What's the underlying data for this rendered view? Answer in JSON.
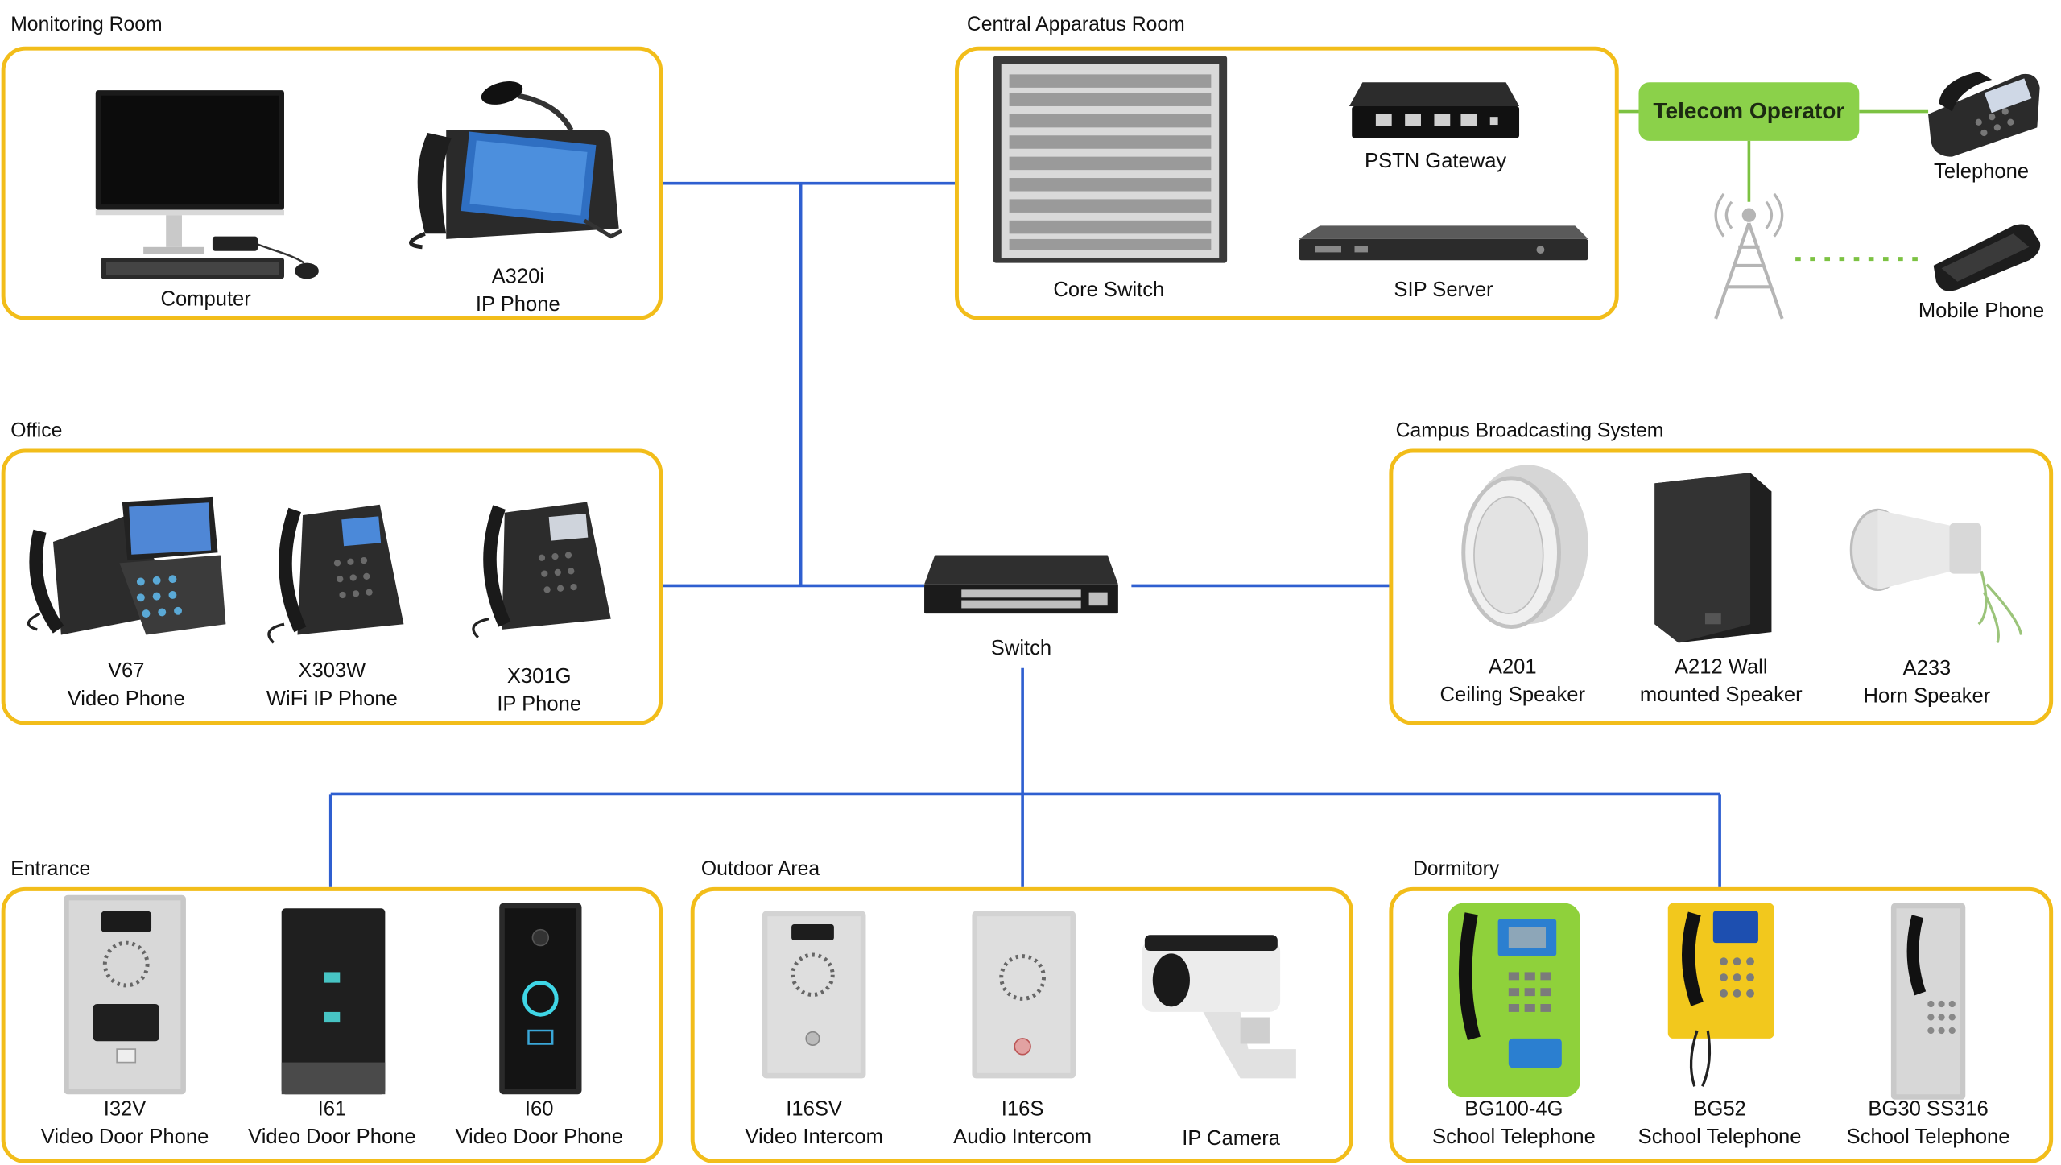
{
  "colors": {
    "zone_border": "#f2bd1a",
    "network_line": "#2f5fd0",
    "telecom_line": "#7cc242",
    "operator_fill": "#8bd14a"
  },
  "zones": {
    "monitoring": {
      "title": "Monitoring Room"
    },
    "central": {
      "title": "Central Apparatus Room"
    },
    "office": {
      "title": "Office"
    },
    "campus": {
      "title": "Campus Broadcasting System"
    },
    "entrance": {
      "title": "Entrance"
    },
    "outdoor": {
      "title": "Outdoor Area"
    },
    "dormitory": {
      "title": "Dormitory"
    }
  },
  "devices": {
    "computer": {
      "line1": "Computer",
      "icon": "desktop-computer-icon"
    },
    "a320i": {
      "line1": "A320i",
      "line2": "IP Phone",
      "icon": "ip-phone-icon"
    },
    "core_switch": {
      "line1": "Core Switch",
      "icon": "rack-switch-icon"
    },
    "pstn": {
      "line1": "PSTN Gateway",
      "icon": "gateway-icon"
    },
    "sip": {
      "line1": "SIP Server",
      "icon": "server-icon"
    },
    "operator": {
      "line1": "Telecom Operator"
    },
    "telephone": {
      "line1": "Telephone",
      "icon": "telephone-icon"
    },
    "mobile": {
      "line1": "Mobile Phone",
      "icon": "mobile-phone-icon"
    },
    "v67": {
      "line1": "V67",
      "line2": "Video Phone",
      "icon": "video-phone-icon"
    },
    "x303w": {
      "line1": "X303W",
      "line2": "WiFi IP Phone",
      "icon": "ip-phone-icon"
    },
    "x301g": {
      "line1": "X301G",
      "line2": "IP Phone",
      "icon": "ip-phone-icon"
    },
    "switch": {
      "line1": "Switch",
      "icon": "network-switch-icon"
    },
    "a201": {
      "line1": "A201",
      "line2": "Ceiling Speaker",
      "icon": "ceiling-speaker-icon"
    },
    "a212": {
      "line1": "A212 Wall",
      "line2": "mounted Speaker",
      "icon": "wall-speaker-icon"
    },
    "a233": {
      "line1": "A233",
      "line2": "Horn Speaker",
      "icon": "horn-speaker-icon"
    },
    "i32v": {
      "line1": "I32V",
      "line2": "Video Door Phone",
      "icon": "door-phone-icon"
    },
    "i61": {
      "line1": "I61",
      "line2": "Video Door Phone",
      "icon": "door-phone-icon"
    },
    "i60": {
      "line1": "I60",
      "line2": "Video Door Phone",
      "icon": "door-phone-icon"
    },
    "i16sv": {
      "line1": "I16SV",
      "line2": "Video Intercom",
      "icon": "intercom-icon"
    },
    "i16s": {
      "line1": "I16S",
      "line2": "Audio Intercom",
      "icon": "intercom-icon"
    },
    "camera": {
      "line1": "IP Camera",
      "icon": "ip-camera-icon"
    },
    "bg100": {
      "line1": "BG100-4G",
      "line2": "School Telephone",
      "icon": "payphone-icon"
    },
    "bg52": {
      "line1": "BG52",
      "line2": "School Telephone",
      "icon": "payphone-icon"
    },
    "bg30": {
      "line1": "BG30 SS316",
      "line2": "School Telephone",
      "icon": "payphone-icon"
    }
  }
}
